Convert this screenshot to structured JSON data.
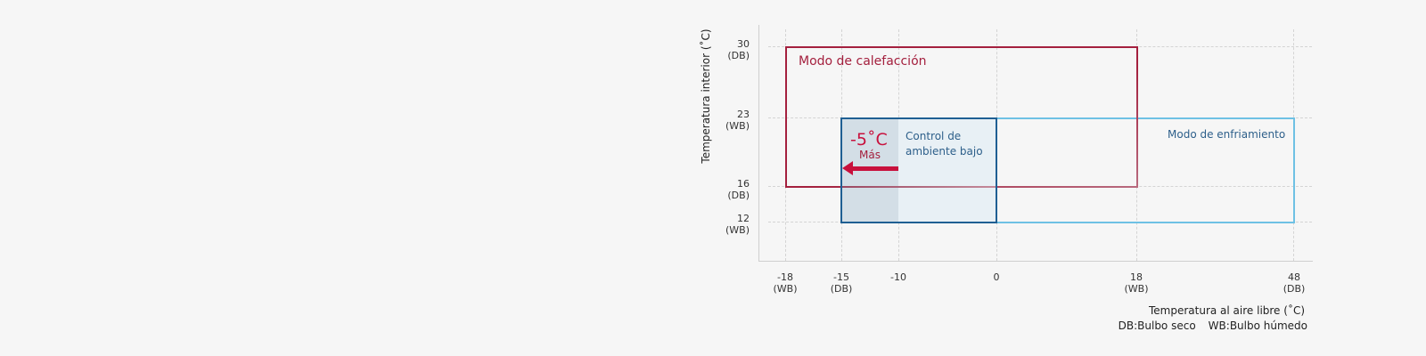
{
  "chart_data": {
    "type": "range-boxes",
    "title": "",
    "xlabel": "Temperatura al aire libre (˚C)",
    "ylabel": "Temperatura interior  (˚C)",
    "x_ticks": [
      {
        "value": "-18",
        "sub": "(WB)"
      },
      {
        "value": "-15",
        "sub": "(DB)"
      },
      {
        "value": "-10",
        "sub": ""
      },
      {
        "value": "0",
        "sub": ""
      },
      {
        "value": "18",
        "sub": "(WB)"
      },
      {
        "value": "48",
        "sub": "(DB)"
      }
    ],
    "y_ticks": [
      {
        "value": "30",
        "sub": "(DB)"
      },
      {
        "value": "23",
        "sub": "(WB)"
      },
      {
        "value": "16",
        "sub": "(DB)"
      },
      {
        "value": "12",
        "sub": "(WB)"
      }
    ],
    "series": [
      {
        "name": "Modo de calefacción",
        "x_range": [
          -18,
          18
        ],
        "y_range": [
          16,
          30
        ],
        "color": "#a4203e"
      },
      {
        "name": "Modo de enfriamiento",
        "x_range": [
          -15,
          48
        ],
        "y_range": [
          12,
          23
        ],
        "color": "#6ec1e4"
      },
      {
        "name": "Control de ambiente bajo",
        "x_range": [
          -15,
          0
        ],
        "y_range": [
          12,
          23
        ],
        "color": "#1f5f93"
      }
    ],
    "annotations": [
      {
        "text": "-5˚C",
        "sub": "Más",
        "description": "arrow pointing left from -10 to -15",
        "color": "#c8103c"
      }
    ],
    "legend": [
      "DB:Bulbo seco",
      "WB:Bulbo húmedo"
    ],
    "grid": true
  },
  "labels": {
    "heating": "Modo de calefacción",
    "cooling": "Modo de enfriamiento",
    "low_ambient_line1": "Control de",
    "low_ambient_line2": "ambiente bajo",
    "minus5": "-5˚C",
    "mas": "Más"
  }
}
